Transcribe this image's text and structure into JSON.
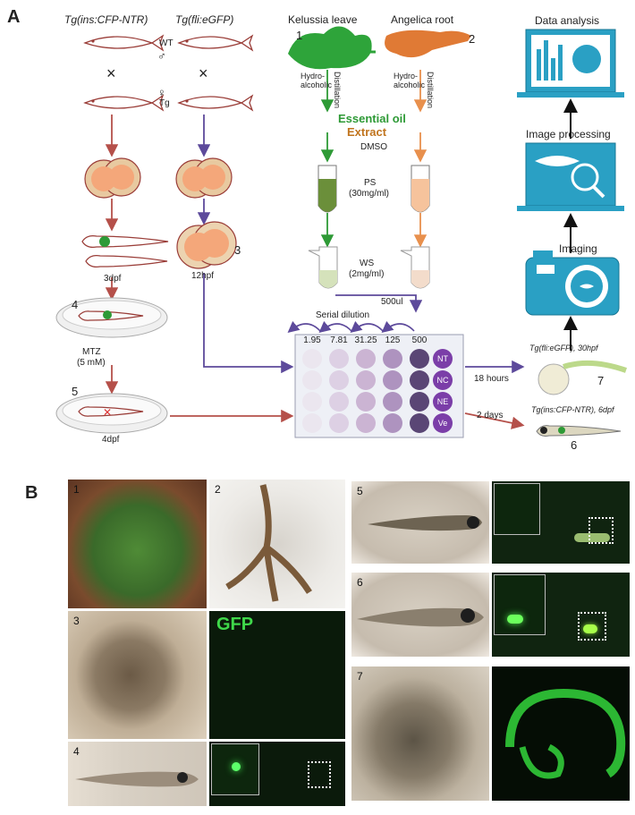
{
  "panels": {
    "a": "A",
    "b": "B"
  },
  "lines": {
    "left_title": "Tg(ins:CFP-NTR)",
    "right_title": "Tg(fli:eGFP)",
    "cross_symbol": "×",
    "wt": "WT",
    "male": "♂",
    "female": "♀",
    "tg": "Tg",
    "stage_3dpf": "3dpf",
    "stage_12hpf": "12hpf",
    "step3": "3",
    "step4": "4",
    "step5": "5",
    "mtz": "MTZ",
    "mtz_conc": "(5 mM)",
    "stage_4dpf": "4dpf"
  },
  "plants": {
    "kelussia": "Kelussia leave",
    "angelica": "Angelica root",
    "n1": "1",
    "n2": "2",
    "hydro": "Hydro-alcoholic",
    "distillation": "Distillation",
    "essential_oil": "Essential oil",
    "extract": "Extract",
    "dmso": "DMSO",
    "ps": "PS",
    "ps_conc": "(30mg/ml)",
    "ws": "WS",
    "ws_conc": "(2mg/ml)",
    "vol": "500ul",
    "serial": "Serial dilution"
  },
  "plate": {
    "concentrations": [
      "1.95",
      "7.81",
      "31.25",
      "125",
      "500"
    ],
    "controls": [
      "NT",
      "NC",
      "NE",
      "Ve"
    ],
    "well_colors": [
      "#ebe6ef",
      "#ddd0e4",
      "#cbb4d3",
      "#ae93bf",
      "#5a4675"
    ]
  },
  "outcomes": {
    "t18": "18 hours",
    "t2": "2 days",
    "fli": "Tg(fli:eGFP), 30hpf",
    "ins": "Tg(ins:CFP-NTR), 6dpf",
    "n7": "7",
    "n6": "6"
  },
  "workflow": {
    "analysis": "Data analysis",
    "processing": "Image processing",
    "imaging": "Imaging"
  },
  "photos": {
    "p1": "1",
    "p2": "2",
    "p3": "3",
    "p4": "4",
    "p5": "5",
    "p6": "6",
    "p7": "7",
    "gfp": "GFP"
  },
  "colors": {
    "red_arrow": "#b5504a",
    "purple_arrow": "#5d4a9b",
    "green": "#2e9a36",
    "orange": "#e07a35",
    "teal": "#2aa0c4",
    "plate": "#f2f3f7"
  }
}
